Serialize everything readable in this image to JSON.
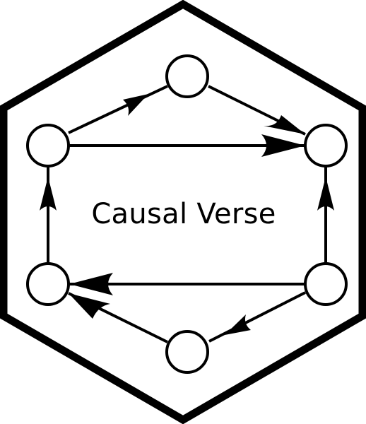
{
  "logo": {
    "title": "Causal Verse",
    "stroke_color": "#000000",
    "fill_color": "#ffffff",
    "shape": "hexagon",
    "graph": {
      "nodes": [
        "top",
        "upper-left",
        "upper-right",
        "lower-left",
        "lower-right",
        "bottom"
      ],
      "edges": [
        {
          "from": "upper-left",
          "to": "top"
        },
        {
          "from": "top",
          "to": "upper-right"
        },
        {
          "from": "upper-left",
          "to": "upper-right"
        },
        {
          "from": "lower-left",
          "to": "upper-left"
        },
        {
          "from": "lower-right",
          "to": "upper-right"
        },
        {
          "from": "lower-right",
          "to": "lower-left"
        },
        {
          "from": "lower-right",
          "to": "bottom"
        },
        {
          "from": "bottom",
          "to": "lower-left"
        }
      ]
    }
  }
}
